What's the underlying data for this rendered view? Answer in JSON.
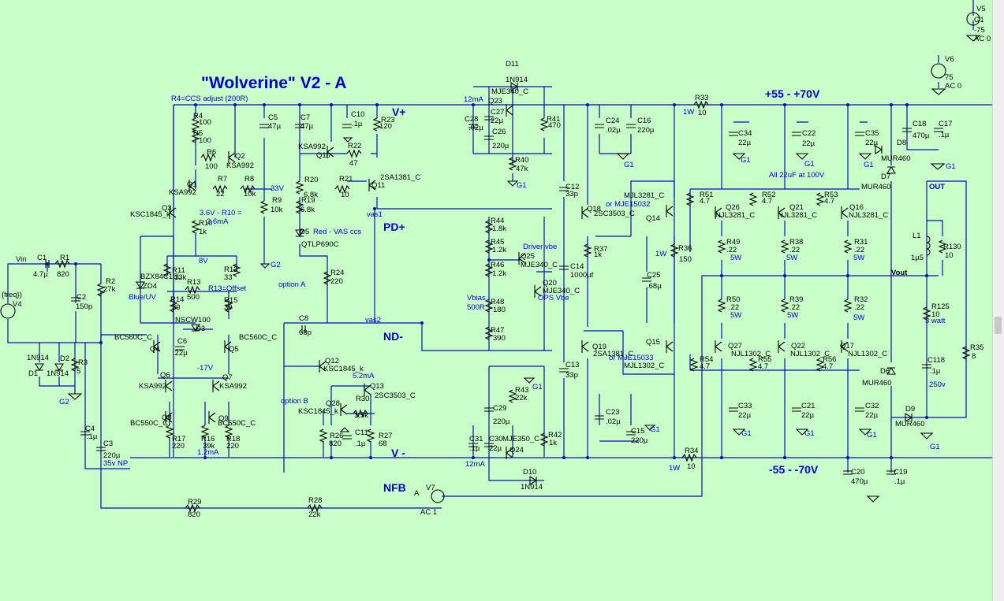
{
  "title": "\"Wolverine\" V2 - A",
  "rails": {
    "vplus": "V+",
    "vminus": "V -",
    "pd_plus": "PD+",
    "nd_minus": "ND-",
    "nfb": "NFB",
    "pos_supply": "+55 -  +70V",
    "neg_supply": "-55 -  -70V",
    "vout": "Vout",
    "out": "OUT"
  },
  "notes": [
    {
      "id": "r4-note",
      "text": "R4=CCS adjust (200R)"
    },
    {
      "id": "ccs-note1",
      "text": "3.6V - R10 ="
    },
    {
      "id": "ccs-note2",
      "text": "3.6mA"
    },
    {
      "id": "v33",
      "text": "33V"
    },
    {
      "id": "v8",
      "text": "8V"
    },
    {
      "id": "r13-note",
      "text": "R13=Offset"
    },
    {
      "id": "blue-uv",
      "text": "Blue/UV"
    },
    {
      "id": "neg17",
      "text": "-17V"
    },
    {
      "id": "ma12",
      "text": "1.2mA"
    },
    {
      "id": "cap35",
      "text": "35v NP"
    },
    {
      "id": "red-vas",
      "text": "Red -  VAS ccs"
    },
    {
      "id": "opt-a",
      "text": "option A"
    },
    {
      "id": "opt-b",
      "text": "option B"
    },
    {
      "id": "ma52",
      "text": "5.2mA"
    },
    {
      "id": "vas1",
      "text": "vas1"
    },
    {
      "id": "vas2",
      "text": "vas2"
    },
    {
      "id": "ma12top",
      "text": "12mA"
    },
    {
      "id": "ma12bot",
      "text": "12mA"
    },
    {
      "id": "drv-vbe",
      "text": "Driver vbe"
    },
    {
      "id": "ops-vbe",
      "text": "OPS Vbe"
    },
    {
      "id": "vbias",
      "text": "Vbias"
    },
    {
      "id": "vbias500",
      "text": "500R"
    },
    {
      "id": "or-15032",
      "text": "or MJE15032"
    },
    {
      "id": "or-15033",
      "text": "or MJE15033"
    },
    {
      "id": "w1a",
      "text": "1W"
    },
    {
      "id": "w1b",
      "text": "1W"
    },
    {
      "id": "w1c",
      "text": "1W"
    },
    {
      "id": "all22",
      "text": "All 22uF at 100V"
    },
    {
      "id": "w5a",
      "text": "5W"
    },
    {
      "id": "w5b",
      "text": "5W"
    },
    {
      "id": "w5c",
      "text": "5W"
    },
    {
      "id": "w5d",
      "text": "5W"
    },
    {
      "id": "w5e",
      "text": "5W"
    },
    {
      "id": "w5f",
      "text": "5W"
    },
    {
      "id": "w3",
      "text": "3 watt"
    },
    {
      "id": "v250",
      "text": "250v"
    },
    {
      "id": "vin",
      "text": "Vin"
    },
    {
      "id": "freq",
      "text": "{freq})"
    },
    {
      "id": "ac1",
      "text": "AC 1"
    },
    {
      "id": "a-pin",
      "text": "A"
    },
    {
      "id": "v5val",
      "text": "-75"
    },
    {
      "id": "v5ac",
      "text": "AC 0"
    },
    {
      "id": "v6val",
      "text": "75"
    },
    {
      "id": "v6ac",
      "text": "AC 0"
    },
    {
      "id": "g1a",
      "text": "G1"
    },
    {
      "id": "g1b",
      "text": "G1"
    },
    {
      "id": "g1c",
      "text": "G1"
    },
    {
      "id": "g1d",
      "text": "G1"
    },
    {
      "id": "g1e",
      "text": "G1"
    },
    {
      "id": "g1f",
      "text": "G1"
    },
    {
      "id": "g1g",
      "text": "G1"
    },
    {
      "id": "g1h",
      "text": "G1"
    },
    {
      "id": "g1i",
      "text": "G1"
    },
    {
      "id": "g1j",
      "text": "G1"
    },
    {
      "id": "g1k",
      "text": "G1"
    },
    {
      "id": "g1l",
      "text": "G1"
    },
    {
      "id": "g1m",
      "text": "G1"
    },
    {
      "id": "g2a",
      "text": "G2"
    },
    {
      "id": "g2b",
      "text": "G2"
    }
  ],
  "labels": [
    "C1",
    "4.7µ",
    "R1",
    "820",
    "R2",
    "27k",
    "C2",
    "150p",
    "V4",
    "1N914",
    "D1",
    "D2",
    "1N914",
    "R3",
    "5",
    "R4",
    "100",
    "R5",
    "100",
    "R6",
    "100",
    "Q2",
    "KSA992",
    "Q1",
    "KSA992",
    "R7",
    "22",
    "R8",
    "10k",
    "C5",
    "47µ",
    "R9",
    "10k",
    "Q3",
    "KSC1845_k",
    "R10",
    "1k",
    "R11",
    "13k",
    "R12",
    "33",
    "BZX84C15L",
    "ZD4",
    "R13",
    "500",
    "R14",
    "39",
    "R15",
    "39",
    "NSCW100",
    "D3",
    "C6",
    ".22µ",
    "Q4",
    "BC560C_C",
    "Q5",
    "BC560C_C",
    "Q6",
    "KSA992",
    "Q7",
    "KSA992",
    "Q8",
    "BC550C_C",
    "Q9",
    "BC550C_C",
    "R17",
    "220",
    "R16",
    "39k",
    "R18",
    "220",
    "C4",
    ".1µ",
    "C3",
    "220µ",
    "R29",
    "820",
    "R28",
    "22k",
    "V7",
    "C7",
    "47µ",
    "C10",
    ".1µ",
    "R23",
    "120",
    "KSA992",
    "Q10",
    "R22",
    "47",
    "R20",
    "6.8k",
    "R21",
    "10",
    "2SA1381_C",
    "Q11",
    "R19",
    "6.8k",
    "D5",
    "QTLP690C",
    "R24",
    "220",
    "C8",
    "68p",
    "Q12",
    "KSC1845_k",
    "Q13",
    "2SC3503_C",
    "Q28",
    "KSC1845_k",
    "R30",
    "1.5k",
    "R26",
    "820",
    "C11",
    ".1µ",
    "R27",
    "68",
    "D11",
    "1N914",
    "C27",
    "22µ",
    "MJE340_C",
    "Q23",
    "C28",
    ".02µ",
    "C26",
    "220µ",
    "R41",
    "470",
    "R40",
    "47k",
    "R44",
    "1.8k",
    "R45",
    "1.2k",
    "R46",
    "1.2k",
    "Q25",
    "MJE340_C",
    "Q20",
    "MJE340_C",
    "R48",
    "180",
    "R47",
    "390",
    "C12",
    "33p",
    "C14",
    "1000µf",
    "C13",
    "33p",
    "R43",
    "22k",
    "C29",
    "220µ",
    "C31",
    ".1µ",
    "C30",
    "22µ",
    "MJE350_C",
    "Q24",
    "R42",
    "1k",
    "D10",
    "1N914",
    "Q18",
    "2SC3503_C",
    "R37",
    "1k",
    "Q19",
    "2SA1381_C",
    "MJL3281_C",
    "Q14",
    "MJL1302_C",
    "Q15",
    "R36",
    "150",
    "C25",
    ".68µ",
    "C24",
    ".02µ",
    "C16",
    "220µ",
    "C23",
    ".02µ",
    "C15",
    "220µ",
    "R33",
    "10",
    "R34",
    "10",
    "C34",
    "22µ",
    "C22",
    "22µ",
    "C35",
    "22µ",
    "C18",
    "470µ",
    "C17",
    ".1µ",
    "D8",
    "MUR460",
    "D7",
    "MUR460",
    "R51",
    "4.7",
    "R52",
    "4.7",
    "R53",
    "4.7",
    "Q26",
    "NJL3281_C",
    "Q21",
    "NJL3281_C",
    "Q16",
    "NJL3281_C",
    "R49",
    ".22",
    "R38",
    ".22",
    "R31",
    ".22",
    "R50",
    ".22",
    "R39",
    ".22",
    "R32",
    ".22",
    "R54",
    "4.7",
    "R55",
    "4.7",
    "R56",
    "4.7",
    "Q27",
    "NJL1302_C",
    "Q22",
    "NJL1302_C",
    "Q17",
    "NJL1302_C",
    "C33",
    "22µ",
    "C21",
    "22µ",
    "C32",
    "22µ",
    "D6",
    "MUR460",
    "D9",
    "MUR460",
    "C20",
    "470µ",
    "C19",
    ".1µ",
    "L1",
    "1µ5",
    "R130",
    "10",
    "R125",
    "10",
    "C118",
    ".1µ",
    "R35",
    "8",
    "V5",
    "V6"
  ]
}
